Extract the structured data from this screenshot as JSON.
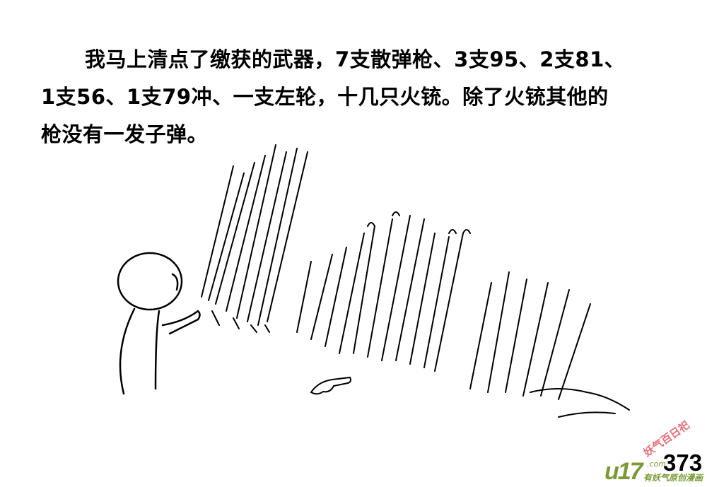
{
  "caption": {
    "lines": [
      "我马上清点了缴获的武器，7支散弹枪、3支95、2支81、",
      "1支56、1支79冲、一支左轮，十几只火铳。除了火铳其他的",
      "枪没有一发子弹。"
    ]
  },
  "page_number": "373",
  "watermark": {
    "logo": "u17",
    "domain": ".com",
    "slogan": "有妖气原创漫画",
    "stamp": "妖气百日祀"
  }
}
